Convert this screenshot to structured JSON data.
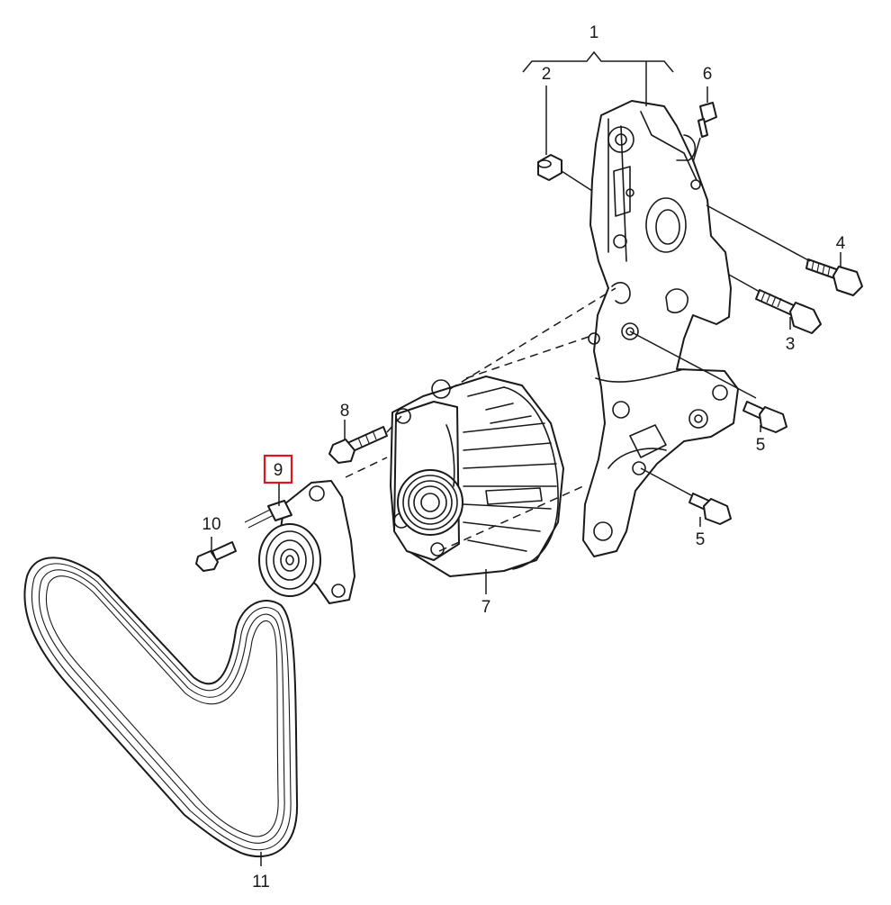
{
  "diagram": {
    "highlight_color": "#e0141e",
    "line_color": "#1a1a1a",
    "callouts": [
      {
        "id": "1",
        "label": "1",
        "part": "alternator-bracket"
      },
      {
        "id": "2",
        "label": "2",
        "part": "bushing"
      },
      {
        "id": "3",
        "label": "3",
        "part": "bolt"
      },
      {
        "id": "4",
        "label": "4",
        "part": "bolt"
      },
      {
        "id": "5a",
        "label": "5",
        "part": "bolt"
      },
      {
        "id": "5b",
        "label": "5",
        "part": "bolt"
      },
      {
        "id": "6",
        "label": "6",
        "part": "stud"
      },
      {
        "id": "7",
        "label": "7",
        "part": "alternator"
      },
      {
        "id": "8",
        "label": "8",
        "part": "bolt"
      },
      {
        "id": "9",
        "label": "9",
        "part": "belt-tensioner",
        "highlighted": true
      },
      {
        "id": "10",
        "label": "10",
        "part": "bolt"
      },
      {
        "id": "11",
        "label": "11",
        "part": "ribbed-v-belt"
      }
    ]
  }
}
